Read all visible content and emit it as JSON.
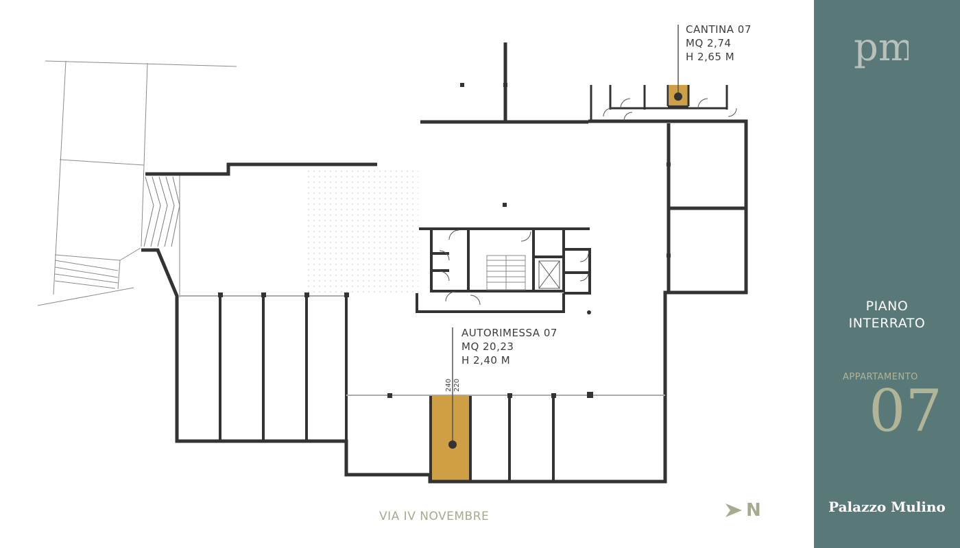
{
  "labels": {
    "cantina": {
      "title": "CANTINA 07",
      "area": "MQ 2,74",
      "height": "H 2,65 M"
    },
    "autorimessa": {
      "title": "AUTORIMESSA 07",
      "area": "MQ 20,23",
      "height": "H 2,40 M"
    },
    "dimension_a": "240",
    "dimension_b": "220",
    "street": "VIA IV NOVEMBRE",
    "north": "N"
  },
  "sidebar": {
    "logo_text": "pm",
    "level_line1": "PIANO",
    "level_line2": "INTERRATO",
    "apartment_label": "APPARTAMENTO",
    "apartment_number": "07",
    "brand": "Palazzo Mulino"
  },
  "colors": {
    "wall": "#333333",
    "highlight": "#cf9f45",
    "sidebar_bg": "#597878",
    "accent": "#a7aa8f",
    "text": "#3c3c3c"
  },
  "icons": {
    "north_arrow": "north-arrow-icon",
    "logo": "pm-monogram-icon"
  }
}
